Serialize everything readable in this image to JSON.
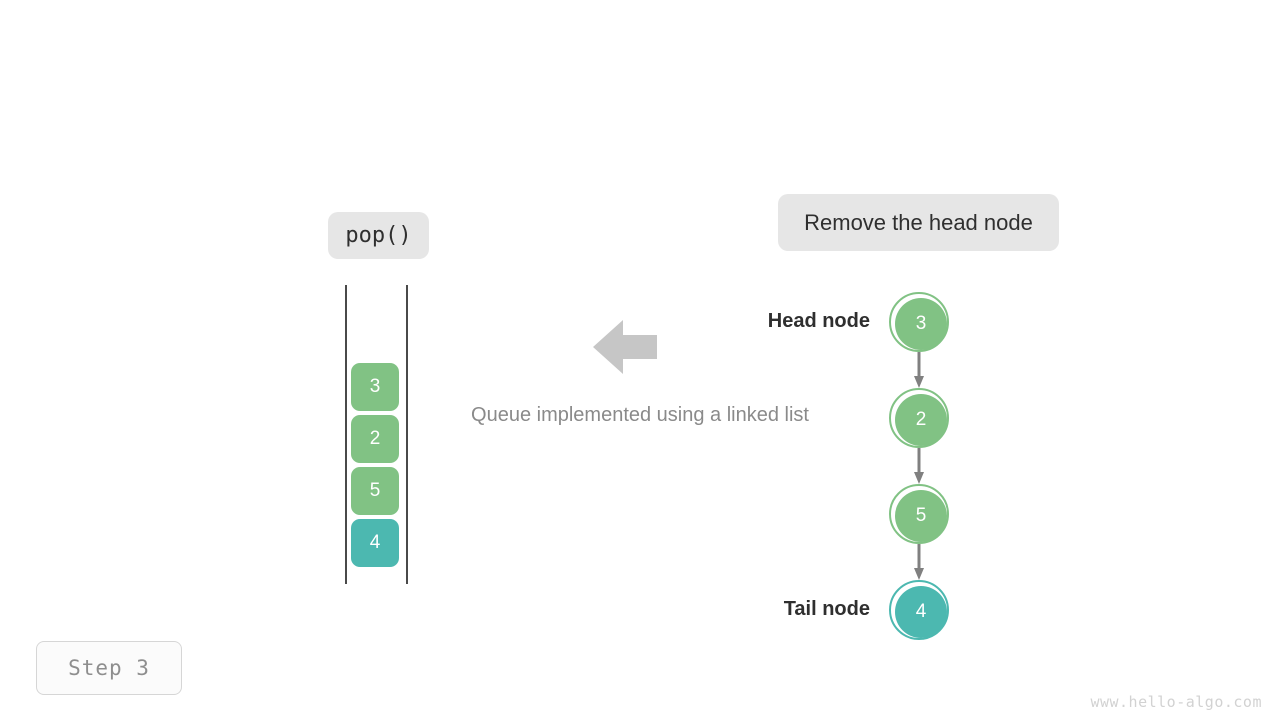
{
  "operation_pill": {
    "label": "pop()"
  },
  "action_pill": {
    "label": "Remove the head node"
  },
  "caption": {
    "text": "Queue implemented using a linked list"
  },
  "queue": {
    "cells": [
      {
        "value": "3",
        "color": "#81c284",
        "highlighted": false
      },
      {
        "value": "2",
        "color": "#81c284",
        "highlighted": false
      },
      {
        "value": "5",
        "color": "#81c284",
        "highlighted": false
      },
      {
        "value": "4",
        "color": "#4cb8b0",
        "highlighted": true
      }
    ]
  },
  "linked_list": {
    "head_label": "Head node",
    "tail_label": "Tail node",
    "nodes": [
      {
        "value": "3",
        "color": "#81c284"
      },
      {
        "value": "2",
        "color": "#81c284"
      },
      {
        "value": "5",
        "color": "#81c284"
      },
      {
        "value": "4",
        "color": "#4cb8b0"
      }
    ]
  },
  "step_badge": {
    "label": "Step 3"
  },
  "watermark": {
    "text": "www.hello-algo.com"
  },
  "icons": {
    "transform_arrow": "arrow-left-icon",
    "link_arrow": "arrow-down-icon"
  },
  "colors": {
    "green": "#81c284",
    "teal": "#4cb8b0",
    "arrow_gray": "#808080",
    "pill_bg": "#e6e6e6",
    "caption_gray": "#8a8a8a",
    "rail": "#4a4a4a",
    "watermark_gray": "#d2d2d2"
  }
}
